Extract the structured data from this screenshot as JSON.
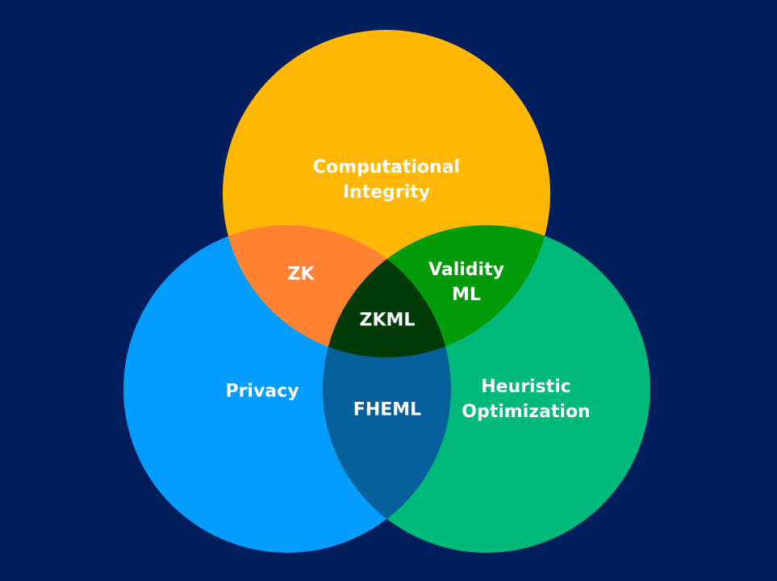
{
  "colors": {
    "background": "#031e5d",
    "computational_integrity": "#ffb805",
    "privacy": "#049cfd",
    "heuristic_optimization": "#00ba7c",
    "zk": "#ff8232",
    "validity_ml": "#039b09",
    "fheml": "#06609b",
    "zkml": "#033b08"
  },
  "regions": {
    "computational_integrity": [
      "Computational",
      "Integrity"
    ],
    "privacy": "Privacy",
    "heuristic_optimization": [
      "Heuristic",
      "Optimization"
    ],
    "zk": "ZK",
    "validity_ml": [
      "Validity",
      "ML"
    ],
    "fheml": "FHEML",
    "zkml": "ZKML"
  }
}
